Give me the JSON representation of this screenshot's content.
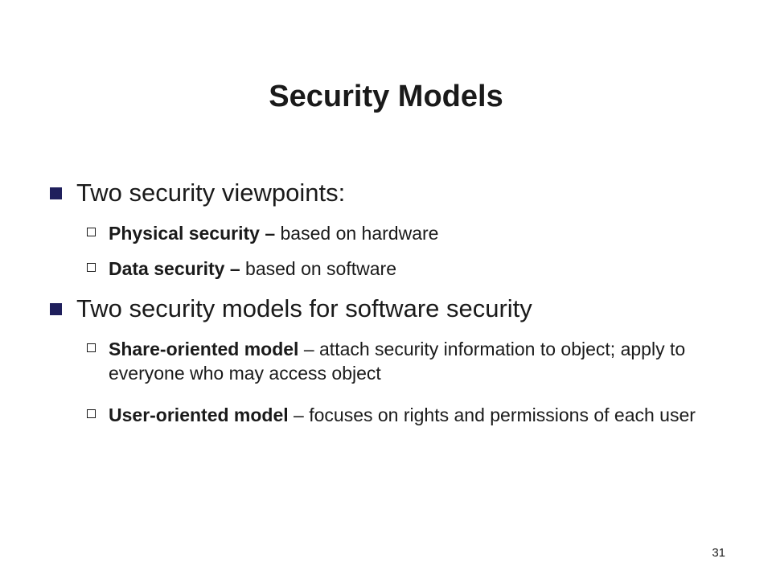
{
  "slide": {
    "title": "Security Models",
    "page_number": "31",
    "bullets": [
      {
        "text": "Two security viewpoints:",
        "sub": [
          {
            "bold": "Physical security –",
            "rest": " based on hardware"
          },
          {
            "bold": "Data security –",
            "rest": " based on software"
          }
        ]
      },
      {
        "text": "Two security models for software security",
        "sub": [
          {
            "bold": "Share-oriented model",
            "rest": " – attach security information to object; apply to everyone who may access object"
          },
          {
            "bold": "User-oriented model",
            "rest": " – focuses on rights and permissions of each user"
          }
        ]
      }
    ]
  }
}
